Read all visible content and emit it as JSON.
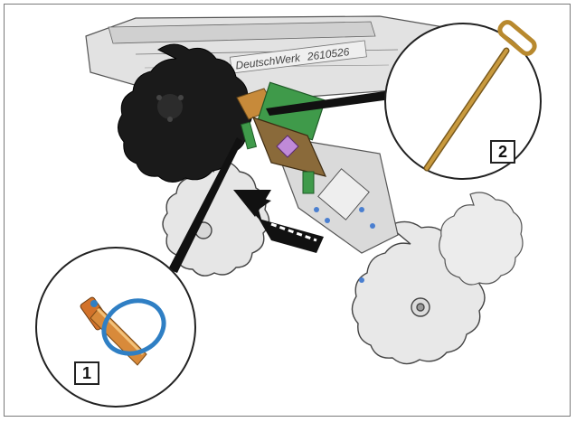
{
  "diagram": {
    "callouts": [
      {
        "number": "1",
        "depicts": "lynch-pin-with-ring"
      },
      {
        "number": "2",
        "depicts": "t-handle-pin"
      }
    ],
    "embossed_text": {
      "brand": "DeutschWerk",
      "code": "2610526"
    },
    "colors": {
      "frame": "#7a7a7a",
      "disc_dark": "#1a1a1a",
      "disc_light": "#e6e6e6",
      "bracket_green": "#3f9a4a",
      "plate_brown": "#8a6a3a",
      "pin_gold": "#b8892e",
      "ring_blue": "#2f7fc4",
      "arrow": "#111111"
    }
  }
}
